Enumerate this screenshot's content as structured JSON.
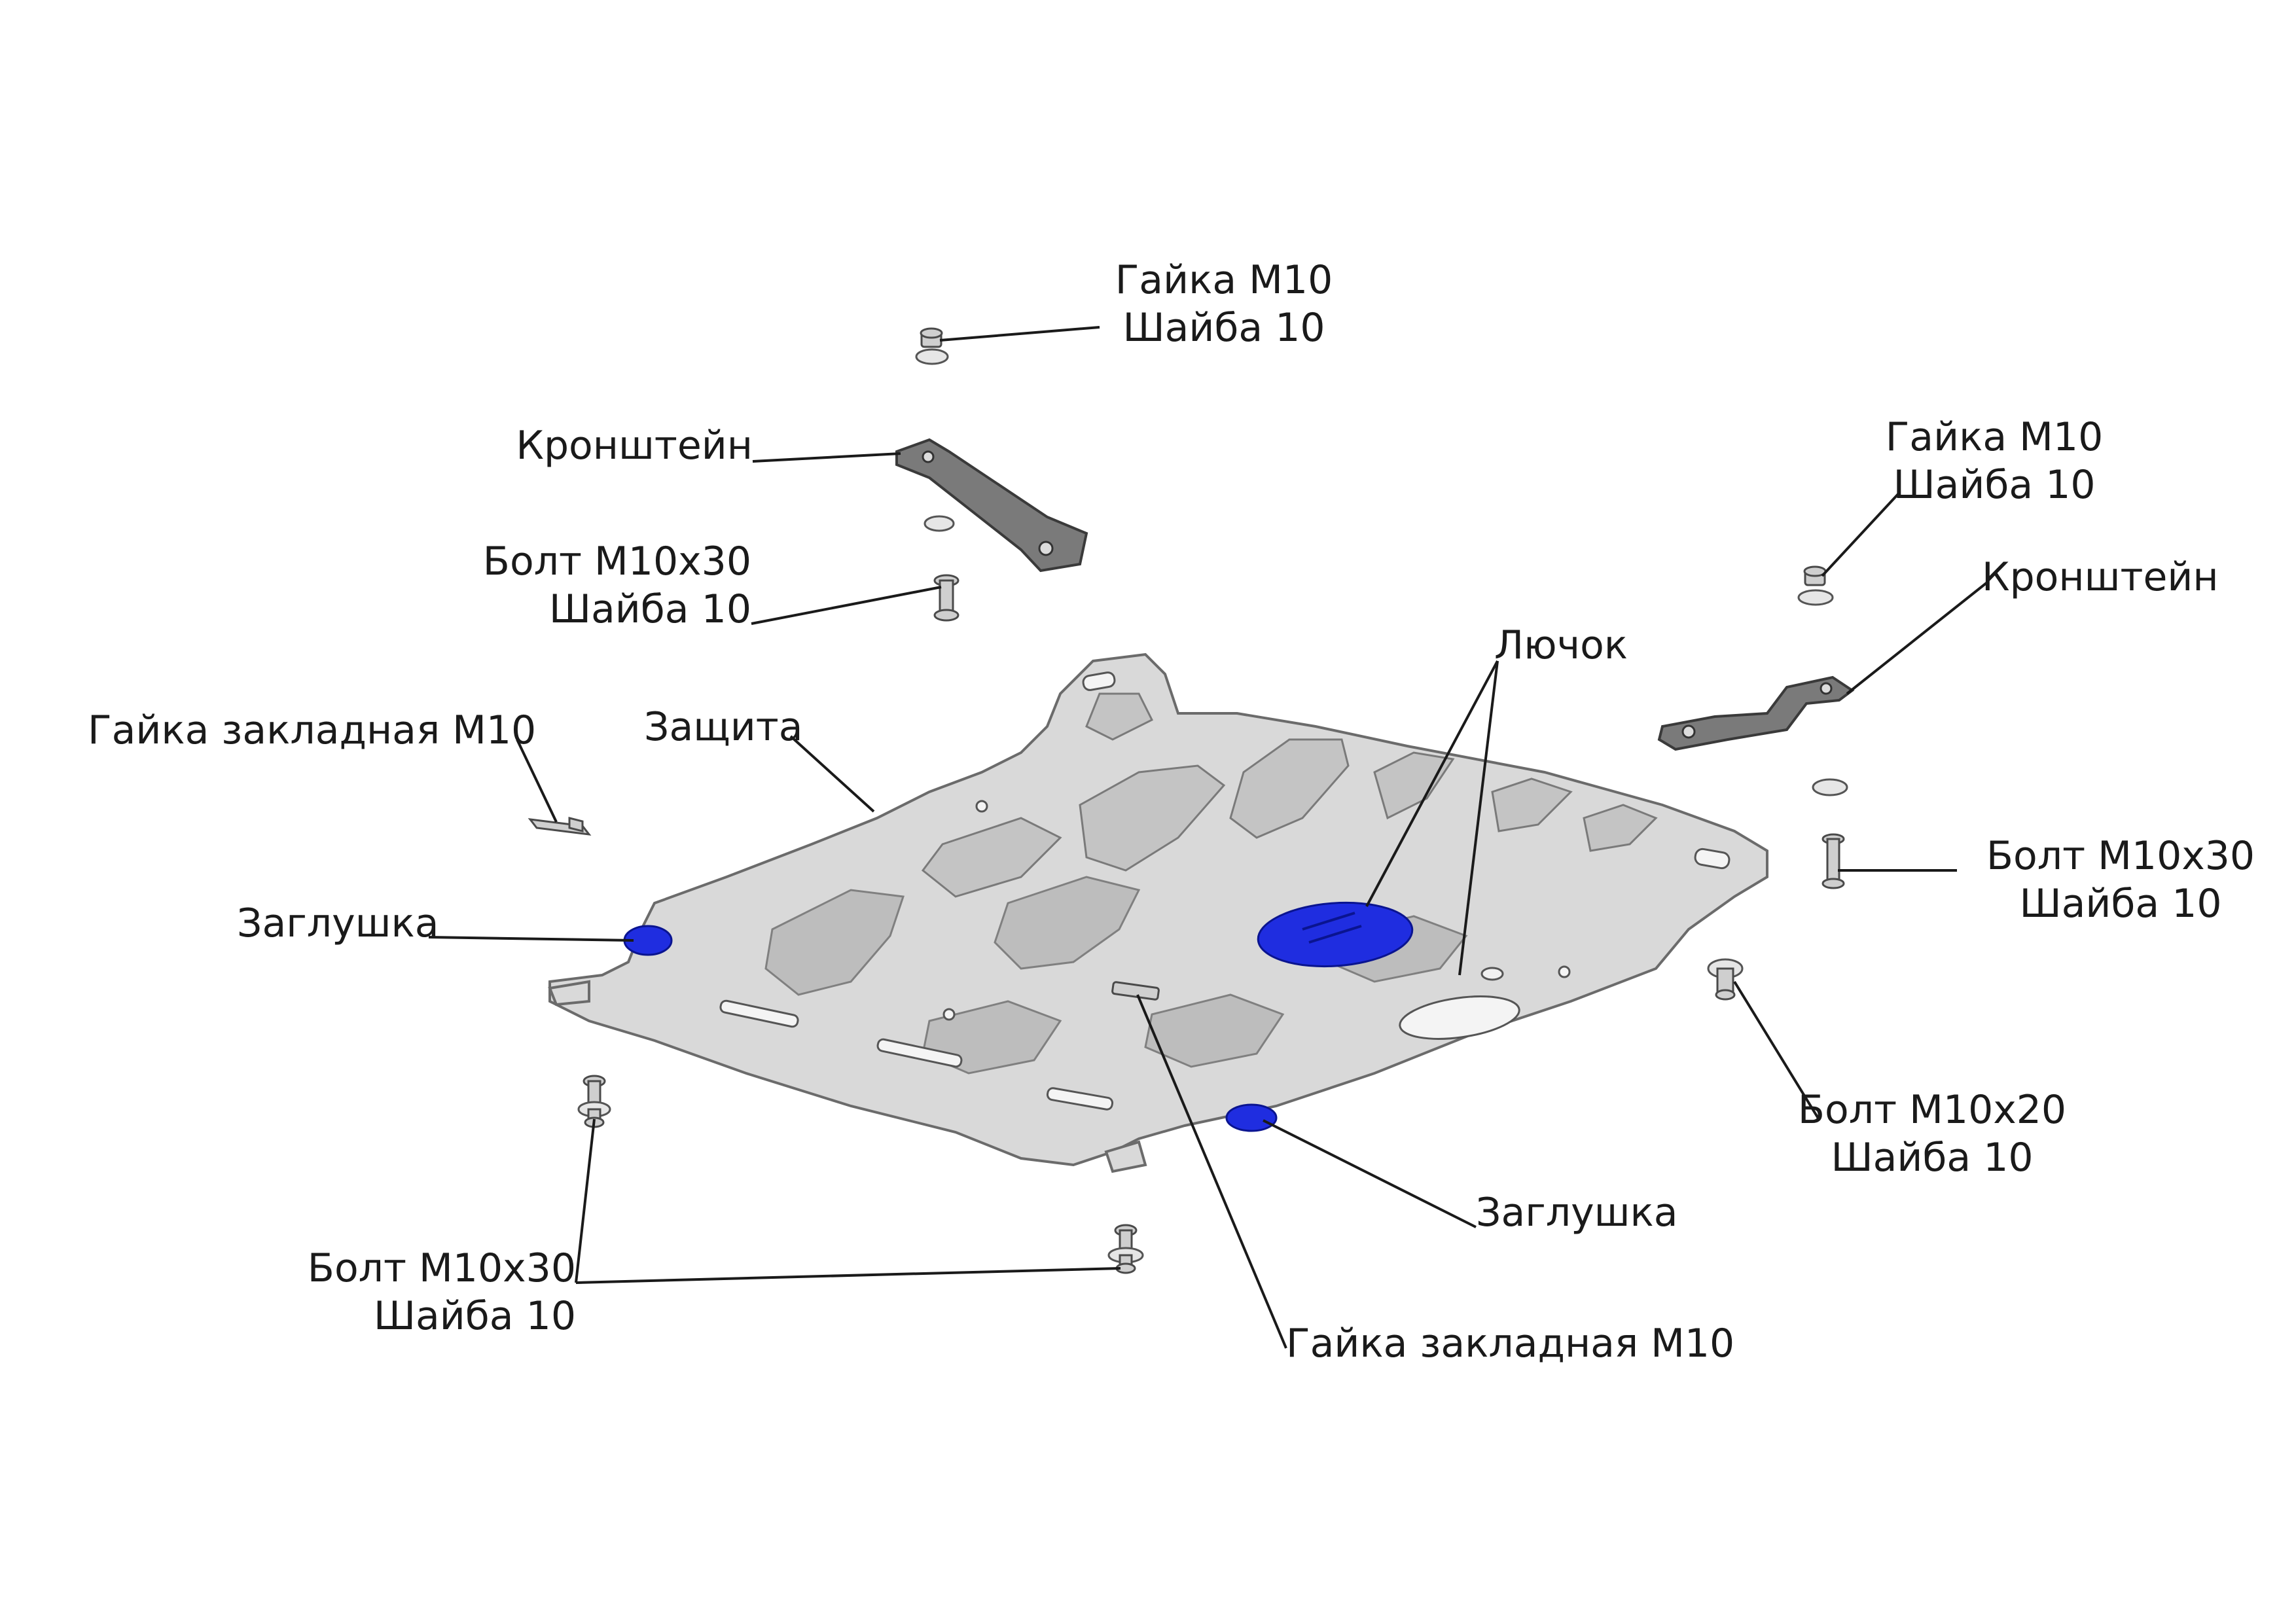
{
  "labels": {
    "nut_washer_top": [
      "Гайка М10",
      "Шайба 10"
    ],
    "bracket_left": "Кронштейн",
    "bolt_washer_upper_left": [
      "Болт М10х30",
      "Шайба 10"
    ],
    "nut_washer_right": [
      "Гайка М10",
      "Шайба 10"
    ],
    "bracket_right": "Кронштейн",
    "hatch": "Лючок",
    "insert_nut_left": "Гайка закладная М10",
    "guard": "Защита",
    "plug_left": "Заглушка",
    "bolt_washer_right": [
      "Болт М10х30",
      "Шайба 10"
    ],
    "bolt20_washer_right": [
      "Болт М10х20",
      "Шайба 10"
    ],
    "plug_bottom": "Заглушка",
    "bolt_washer_bottom_left": [
      "Болт М10х30",
      "Шайба 10"
    ],
    "insert_nut_bottom": "Гайка закладная М10"
  },
  "colors": {
    "plug": "#1f2de0",
    "plate": "#d9d9d9",
    "bracket": "#7a7a7a",
    "line": "#1a1a1a"
  }
}
